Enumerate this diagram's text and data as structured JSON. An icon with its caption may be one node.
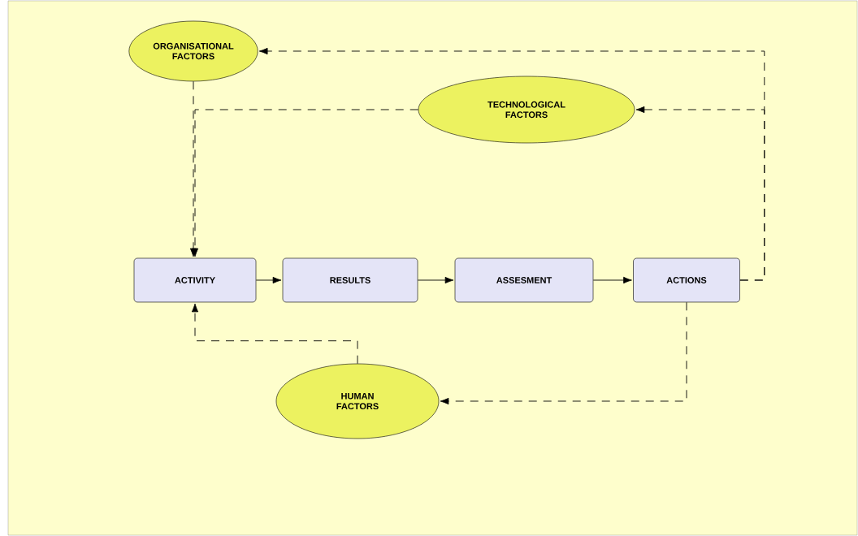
{
  "diagram": {
    "nodes": [
      {
        "text": [
          "ORGANISATIONAL FACTORS"
        ]
      },
      {
        "text": [
          "TECHNOLOGICAL FACTORS"
        ]
      },
      {
        "text": [
          "ACTIVITY"
        ]
      },
      {
        "text": [
          "RESULTS"
        ]
      },
      {
        "text": [
          "ASSESMENT"
        ]
      },
      {
        "text": [
          "ACTIONS"
        ]
      },
      {
        "text": [
          "HUMAN FACTORS"
        ]
      }
    ],
    "edges": [
      {
        "from": 2,
        "to": 3,
        "arrow": "to"
      },
      {
        "from": 3,
        "to": 4,
        "arrow": "to"
      },
      {
        "from": 4,
        "to": 5,
        "arrow": "to"
      },
      {
        "from": 5,
        "to": 0,
        "arrow": "to",
        "style": "dashed"
      },
      {
        "from": 5,
        "to": 1,
        "arrow": "to",
        "style": "dashed"
      },
      {
        "from": 0,
        "to": 2,
        "arrow": "to",
        "style": "dashed"
      },
      {
        "from": 1,
        "to": 2,
        "arrow": "to",
        "style": "dashed"
      },
      {
        "from": 5,
        "to": 6,
        "arrow": "to",
        "style": "dashed"
      },
      {
        "from": 6,
        "to": 2,
        "arrow": "to",
        "style": "dashed"
      }
    ]
  }
}
